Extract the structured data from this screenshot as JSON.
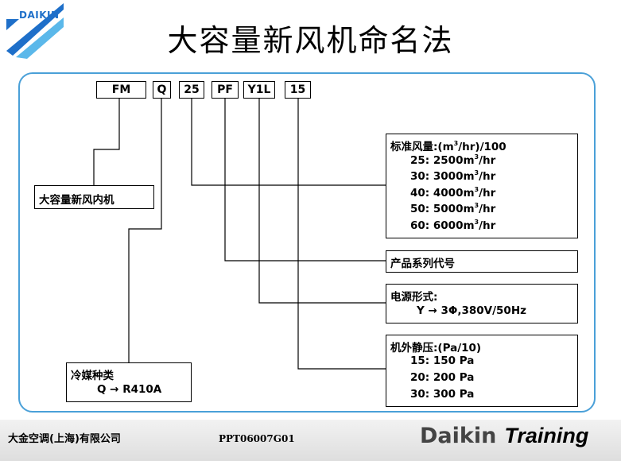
{
  "logo": {
    "text": "DAIKIN"
  },
  "title": "大容量新风机命名法",
  "codes": [
    "FM",
    "Q",
    "25",
    "PF",
    "Y1L",
    "15"
  ],
  "labels": {
    "unit": {
      "head": "大容量新风内机"
    },
    "airflow": {
      "head_pre": "标准风量:(m",
      "head_sup": "3",
      "head_post": "/hr)/100",
      "rows": [
        {
          "code": "25:",
          "value": "2500m",
          "sup": "3",
          "unit": "/hr"
        },
        {
          "code": "30:",
          "value": "3000m",
          "sup": "3",
          "unit": "/hr"
        },
        {
          "code": "40:",
          "value": "4000m",
          "sup": "3",
          "unit": "/hr"
        },
        {
          "code": "50:",
          "value": "5000m",
          "sup": "3",
          "unit": "/hr"
        },
        {
          "code": "60:",
          "value": "6000m",
          "sup": "3",
          "unit": "/hr"
        }
      ]
    },
    "series": {
      "head": "产品系列代号"
    },
    "power": {
      "head": "电源形式:",
      "row": "Y → 3Φ,380V/50Hz"
    },
    "pressure": {
      "head": "机外静压:(Pa/10)",
      "rows": [
        {
          "code": "15:",
          "value": "150 Pa"
        },
        {
          "code": "20:",
          "value": "200 Pa"
        },
        {
          "code": "30:",
          "value": "300 Pa"
        }
      ]
    },
    "refrigerant": {
      "head": "冷媒种类",
      "row": "Q → R410A"
    }
  },
  "footer": {
    "company": "大金空调(上海)有限公司",
    "code": "PPT06007G01",
    "brand": "Daikin",
    "training": "Training"
  },
  "colors": {
    "frame": "#4aa0d8",
    "logo": "#1e6fc9"
  }
}
